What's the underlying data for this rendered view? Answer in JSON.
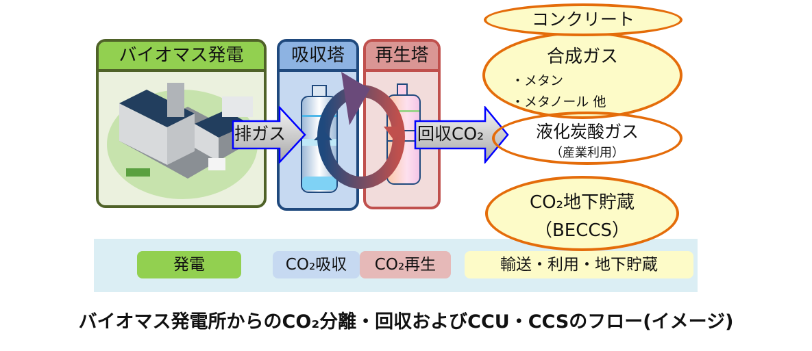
{
  "plant": {
    "title": "バイオマス発電"
  },
  "absorber": {
    "title": "吸収塔"
  },
  "regenerator": {
    "title": "再生塔"
  },
  "arrows": {
    "exhaust": "排ガス",
    "recovered": "回収CO₂"
  },
  "outputs": {
    "concrete": "コンクリート",
    "syngas": {
      "title": "合成ガス",
      "items": [
        "・メタン",
        "・メタノール 他"
      ]
    },
    "liquefied": {
      "title": "液化炭酸ガス",
      "sub": "（産業利用）"
    },
    "storage": {
      "title": "CO₂地下貯蔵",
      "sub": "（BECCS）"
    }
  },
  "legend": {
    "power": "発電",
    "absorb": "CO₂吸収",
    "regen": "CO₂再生",
    "transport": "輸送・利用・地下貯蔵"
  },
  "caption": "バイオマス発電所からのCO₂分離・回収およびCCU・CCSのフロー(イメージ)",
  "colors": {
    "green": "#92d050",
    "blue": "#8db3e2",
    "red": "#da9694",
    "orange": "#e46c0a",
    "yellow": "#fdfbc8"
  }
}
